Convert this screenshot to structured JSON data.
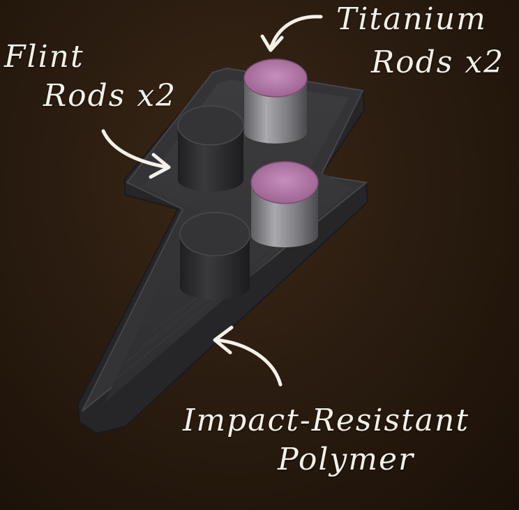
{
  "labels": {
    "flint_line1": "Flint",
    "flint_line2": "Rods x2",
    "titanium_line1": "Titanium",
    "titanium_line2": "Rods x2",
    "polymer_line1": "Impact-Resistant",
    "polymer_line2": "Polymer"
  },
  "icons": [
    "arrow-to-flint-icon",
    "arrow-to-titanium-icon",
    "arrow-to-polymer-icon"
  ],
  "colors": {
    "background": "#2a1c10",
    "text": "#f4f1ea",
    "holder": "#2b2b2d",
    "holder_rim": "#3a3a3c",
    "flint_rod": "#2e2e30",
    "titanium_top": "#b27aa8",
    "titanium_side": "#8c8c90"
  }
}
